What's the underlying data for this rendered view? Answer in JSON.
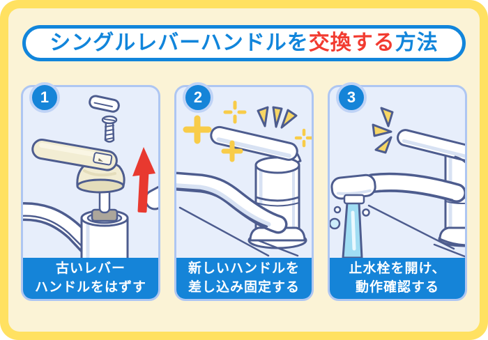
{
  "title": {
    "segments": [
      {
        "text": "シングルレバーハンドルを",
        "color": "#1185DB"
      },
      {
        "text": "交換する",
        "color": "#F23B30"
      },
      {
        "text": "方法",
        "color": "#1185DB"
      }
    ]
  },
  "steps": [
    {
      "number": "1",
      "caption_lines": [
        "古いレバー",
        "ハンドルをはずす"
      ],
      "illustration": "remove-old-lever-handle"
    },
    {
      "number": "2",
      "caption_lines": [
        "新しいハンドルを",
        "差し込み固定する"
      ],
      "illustration": "insert-and-fix-new-handle"
    },
    {
      "number": "3",
      "caption_lines": [
        "止水栓を開け、",
        "動作確認する"
      ],
      "illustration": "open-shutoff-valve-and-test"
    }
  ],
  "colors": {
    "frame_yellow": "#FFE161",
    "background_cream": "#FBF3D6",
    "primary_blue": "#1185DB",
    "step_blue": "#1584D8",
    "accent_red": "#F23B30",
    "arrow_red": "#E8392F",
    "panel_bg": "#E7EEFB",
    "panel_border": "#AEC6F2",
    "outline_slate": "#4D5C8E",
    "shading_blue": "#D8E2F3",
    "old_handle_cream": "#F2EDD3",
    "sparkle_yellow": "#F8CC49",
    "emphasis_triangle_yellow": "#F7D664",
    "water_blue": "#A0DDF3"
  }
}
